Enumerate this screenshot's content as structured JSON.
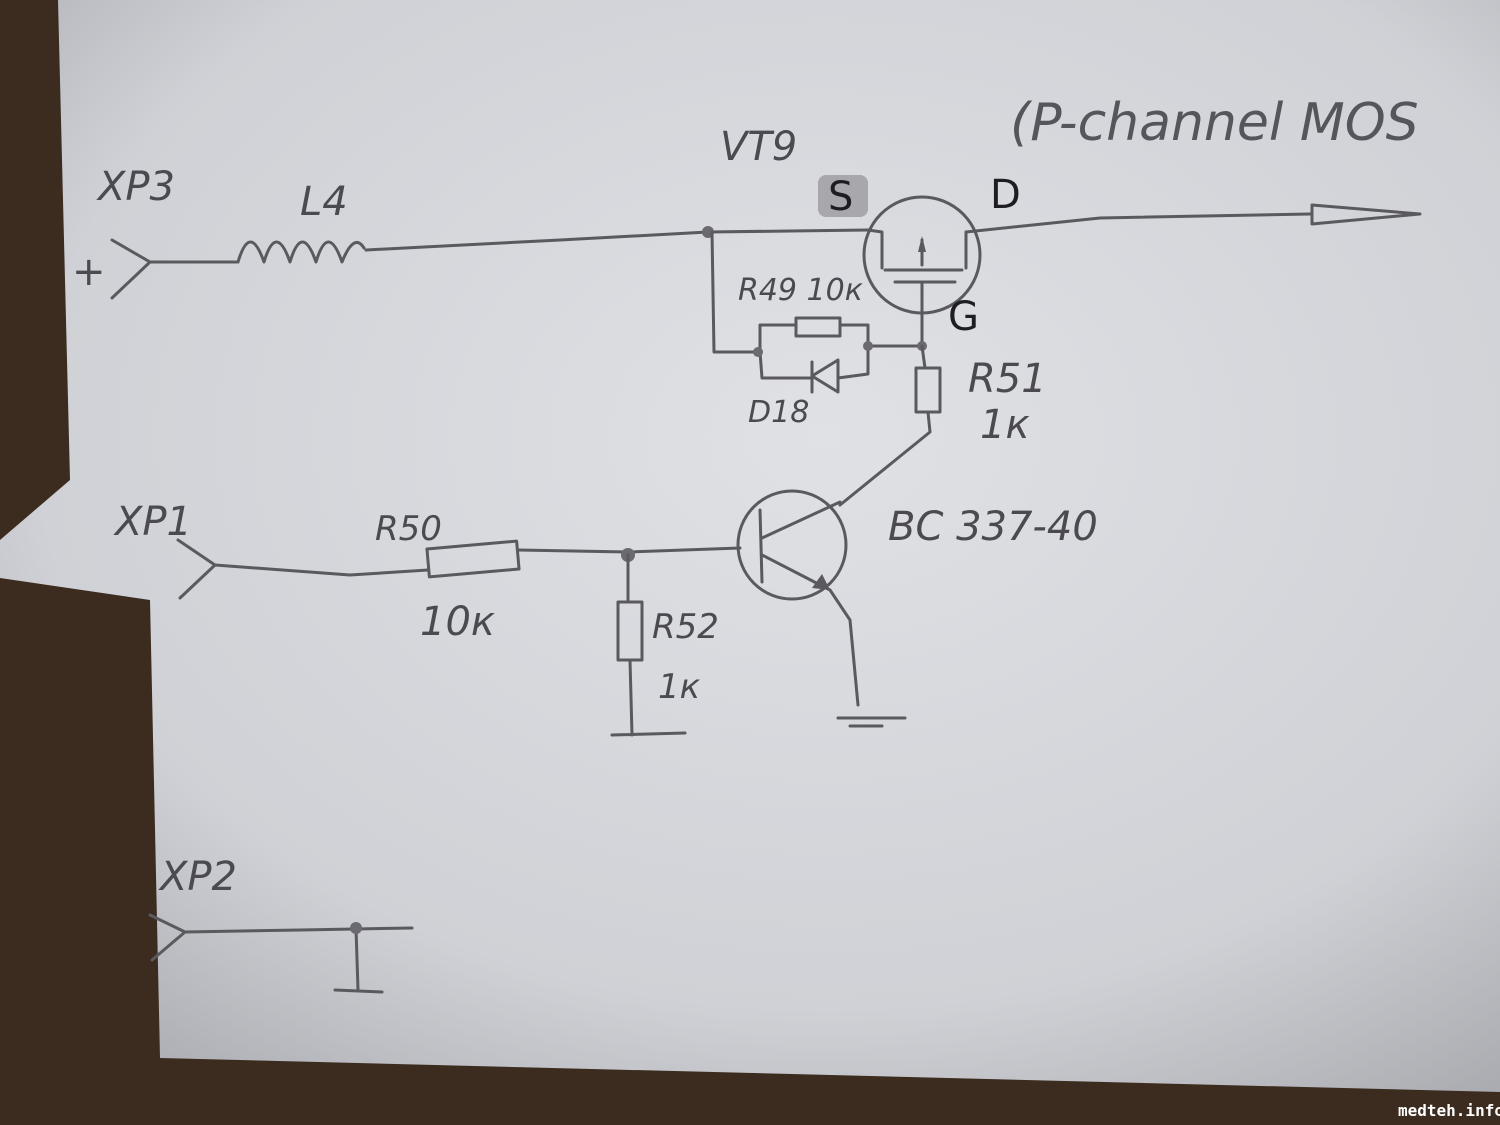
{
  "title_note": "VT9 (P-channel MOS",
  "components": {
    "xp3": "XP3",
    "xp3_polarity": "+",
    "l4": "L4",
    "vt9": "VT9",
    "vt9_type": "(P-channel MOS",
    "source": "S",
    "drain": "D",
    "gate": "G",
    "r49": "R49 10к",
    "d18": "D18",
    "r51": "R51",
    "r51_value": "1к",
    "xp1": "XP1",
    "r50": "R50",
    "r50_value": "10к",
    "r52": "R52",
    "r52_value": "1к",
    "transistor": "BC 337-40",
    "xp2": "XP2"
  },
  "watermark": "medteh.info",
  "colors": {
    "paper": "#d6d8dc",
    "ink": "#5a5a5e",
    "background": "#3b2c1f"
  }
}
